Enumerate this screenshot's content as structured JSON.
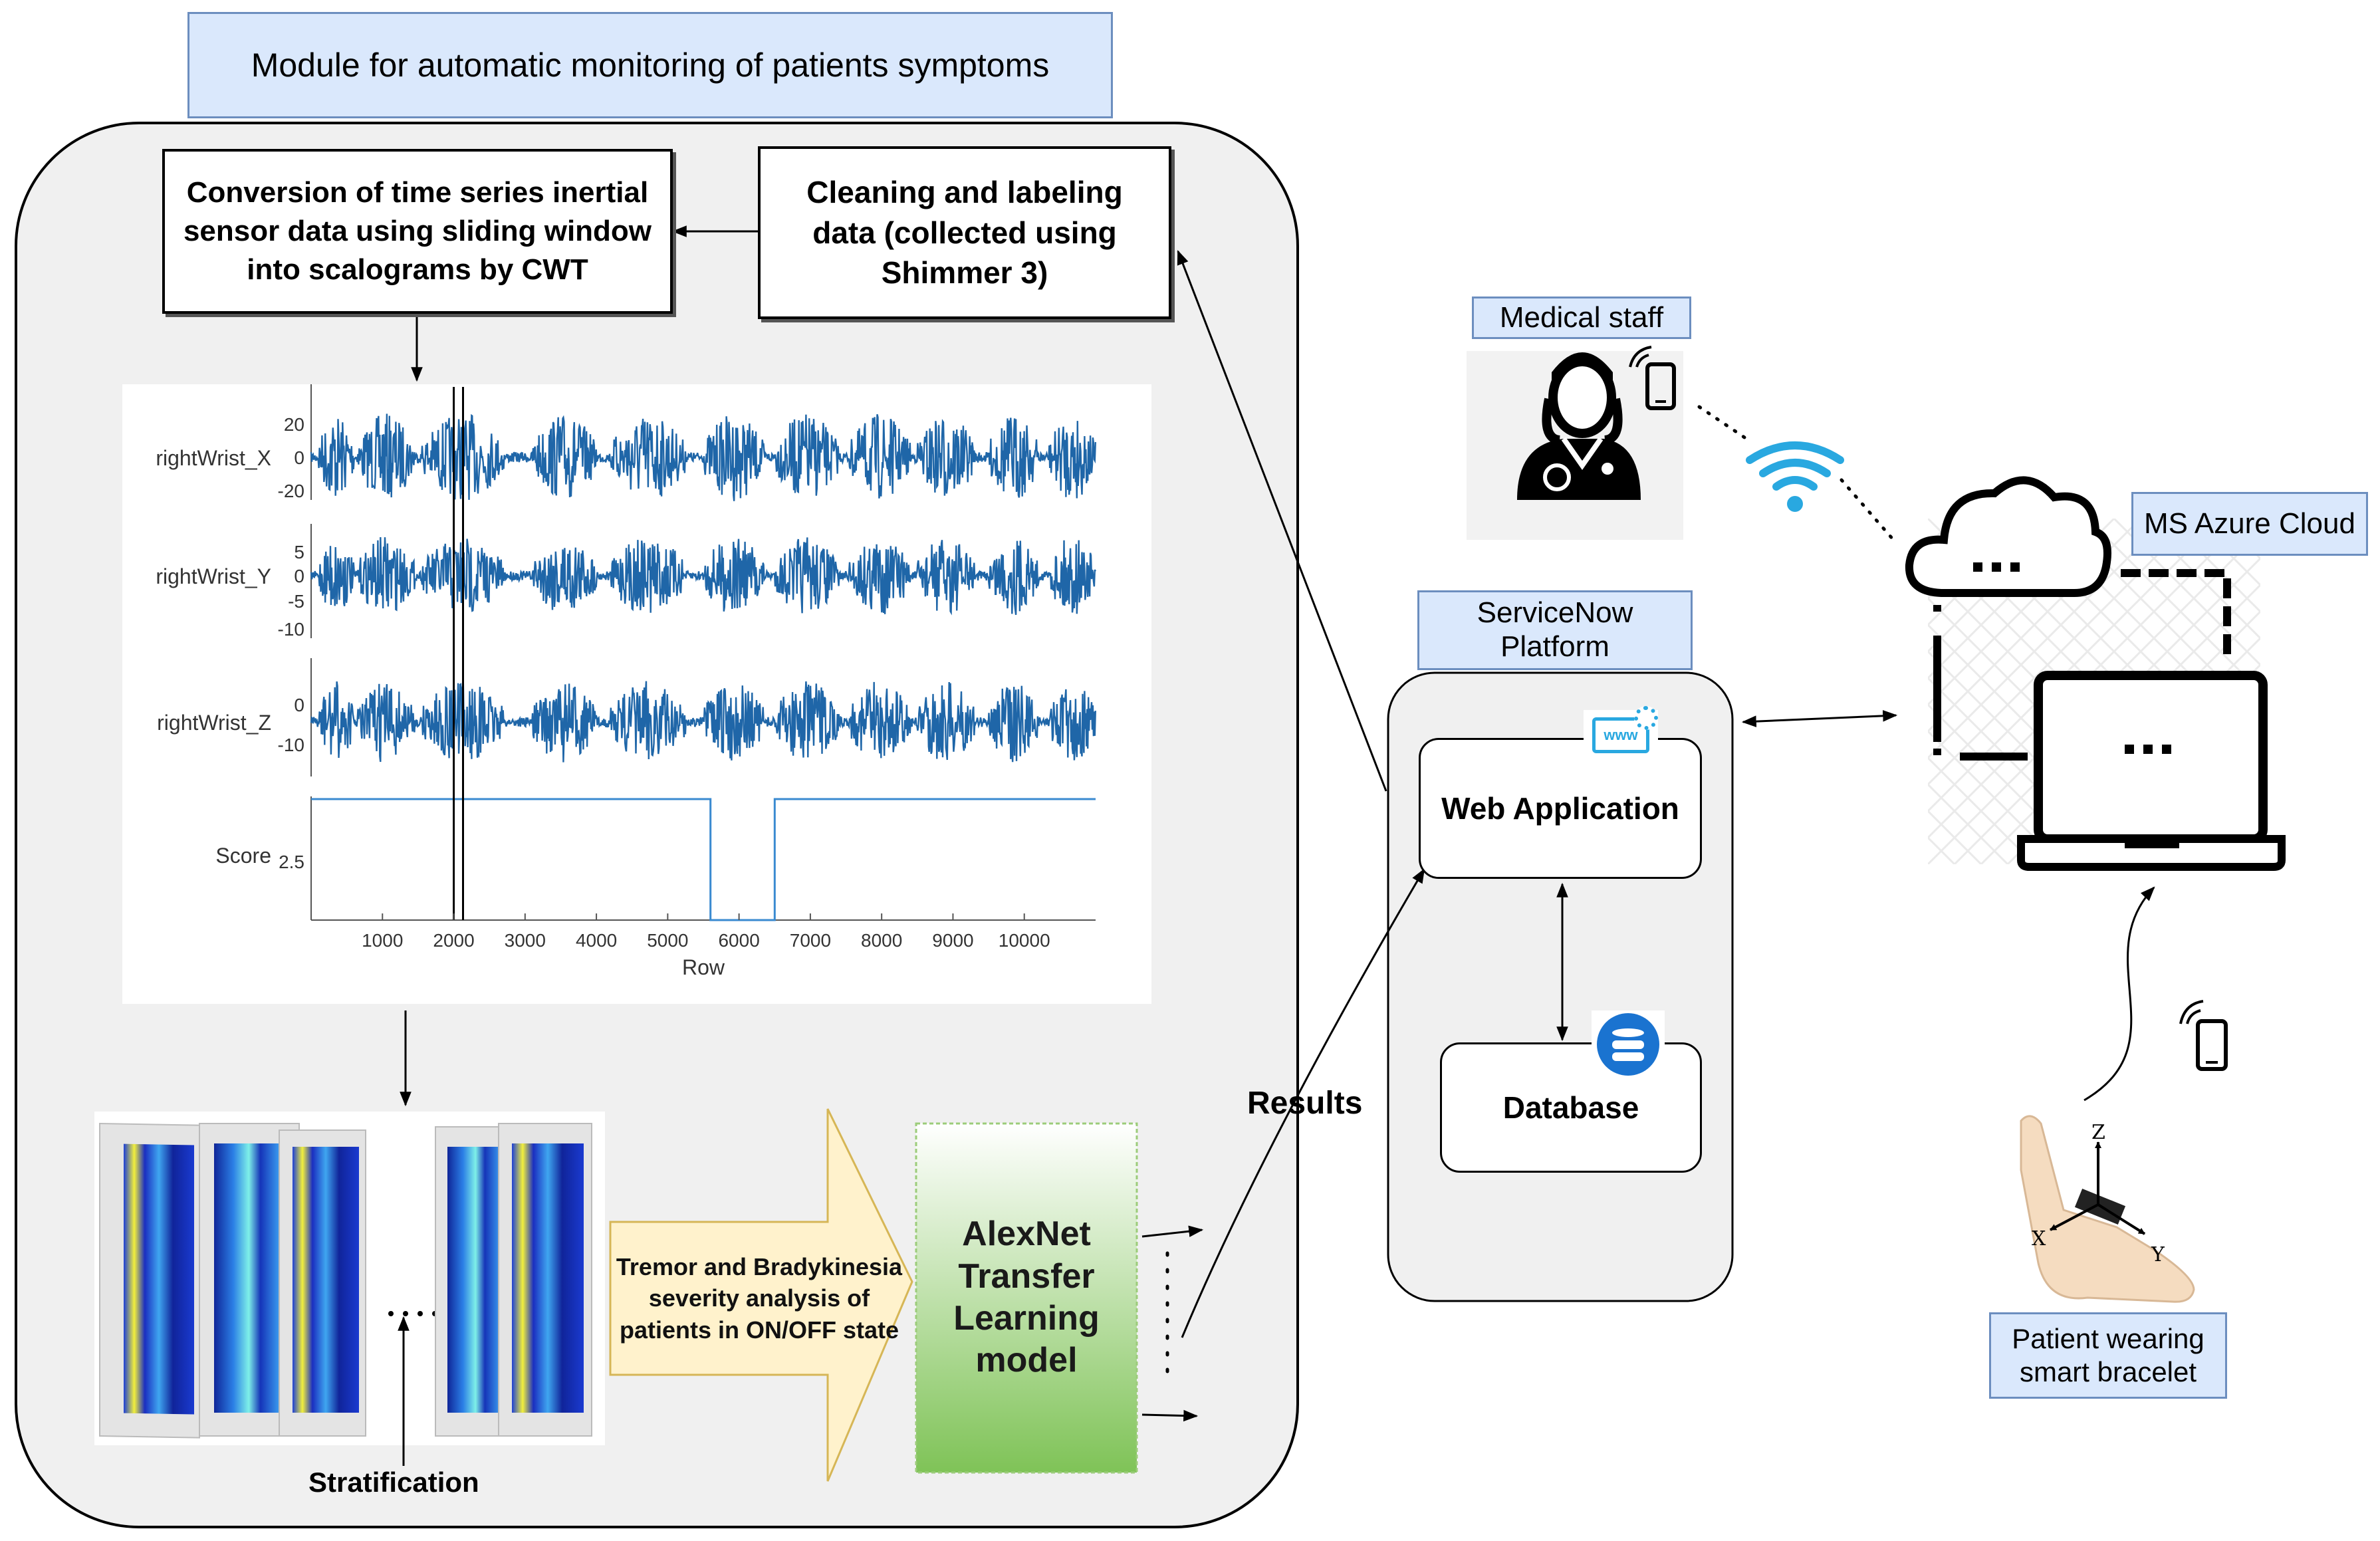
{
  "module_title": "Module for automatic monitoring of patients symptoms",
  "conversion_box": "Conversion of time series inertial sensor data using sliding window into scalograms by CWT",
  "cleaning_box": "Cleaning and labeling data (collected using Shimmer 3)",
  "chart_data": {
    "type": "line",
    "series": [
      {
        "name": "rightWrist_X",
        "yticks": [
          "20",
          "0",
          "-20"
        ]
      },
      {
        "name": "rightWrist_Y",
        "yticks": [
          "5",
          "0",
          "-5",
          "-10"
        ]
      },
      {
        "name": "rightWrist_Z",
        "yticks": [
          "0",
          "-10"
        ]
      },
      {
        "name": "Score",
        "yticks": [
          "2.5"
        ],
        "x": [
          0,
          5600,
          5600,
          6500,
          6500,
          11000
        ],
        "values": [
          5,
          5,
          0,
          0,
          5,
          5
        ]
      }
    ],
    "xticks": [
      "1000",
      "2000",
      "3000",
      "4000",
      "5000",
      "6000",
      "7000",
      "8000",
      "9000",
      "10000"
    ],
    "xlabel": "Row",
    "xlim": [
      0,
      11000
    ],
    "markers_x": [
      2000,
      2130
    ]
  },
  "stratification_label": "Stratification",
  "arrow_text": "Tremor and Bradykinesia severity analysis of patients in ON/OFF state",
  "model_box": "AlexNet Transfer Learning model",
  "results_label": "Results",
  "servicenow_label": "ServiceNow Platform",
  "web_app_label": "Web Application",
  "web_icon_text": "www",
  "database_label": "Database",
  "medical_staff_label": "Medical staff",
  "azure_label": "MS Azure Cloud",
  "patient_label": "Patient wearing smart bracelet",
  "axis_letters": {
    "z": "Z",
    "x": "X",
    "y": "Y"
  },
  "colors": {
    "blue_label_fill": "#dae8fc",
    "blue_label_stroke": "#6c8ebf",
    "signal": "#1f66a8",
    "wifi": "#29a8e0",
    "arrow_fill": "#fff2cc",
    "arrow_stroke": "#d6b656",
    "model_top": "#ffffff",
    "model_bottom": "#7fc357"
  }
}
